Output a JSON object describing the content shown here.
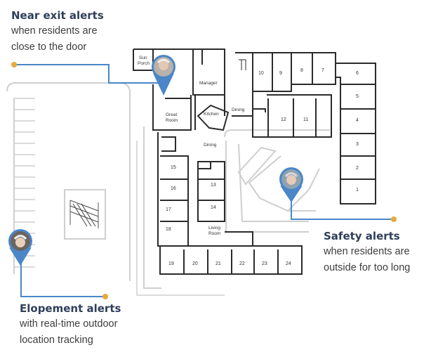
{
  "callouts": {
    "near_exit": {
      "title": "Near exit alerts",
      "desc_1": "when residents are",
      "desc_2": "close to the door"
    },
    "safety": {
      "title": "Safety alerts",
      "desc_1": "when residents are",
      "desc_2": "outside for too long"
    },
    "elopement": {
      "title": "Elopement alerts",
      "desc_1": "with real-time outdoor",
      "desc_2": "location tracking"
    }
  },
  "floor_plan": {
    "room_labels": {
      "sun_porch_1": "Sun",
      "sun_porch_2": "Porch",
      "manager": "Manager",
      "great_room_1": "Great",
      "great_room_2": "Room",
      "kitchen": "Kitchen",
      "dining_1": "Dining",
      "dining_2": "Dining",
      "living_room_1": "Living",
      "living_room_2": "Room",
      "r1": "1",
      "r2": "2",
      "r3": "3",
      "r4": "4",
      "r5": "5",
      "r6": "6",
      "r7": "7",
      "r8": "8",
      "r9": "9",
      "r10": "10",
      "r11": "11",
      "r12": "12",
      "r13": "13",
      "r14": "14",
      "r15": "15",
      "r16": "16",
      "r17": "17",
      "r18": "18",
      "r19": "19",
      "r20": "20",
      "r21": "21",
      "r22": "22",
      "r23": "23",
      "r24": "24"
    }
  },
  "colors": {
    "accent_line": "#4a86c8",
    "accent_dot": "#e8a83c",
    "wall": "#2b2b2b",
    "path": "#c8c8c8",
    "title": "#2f3f5a"
  },
  "icons": [
    "resident-location-pin-icon"
  ]
}
